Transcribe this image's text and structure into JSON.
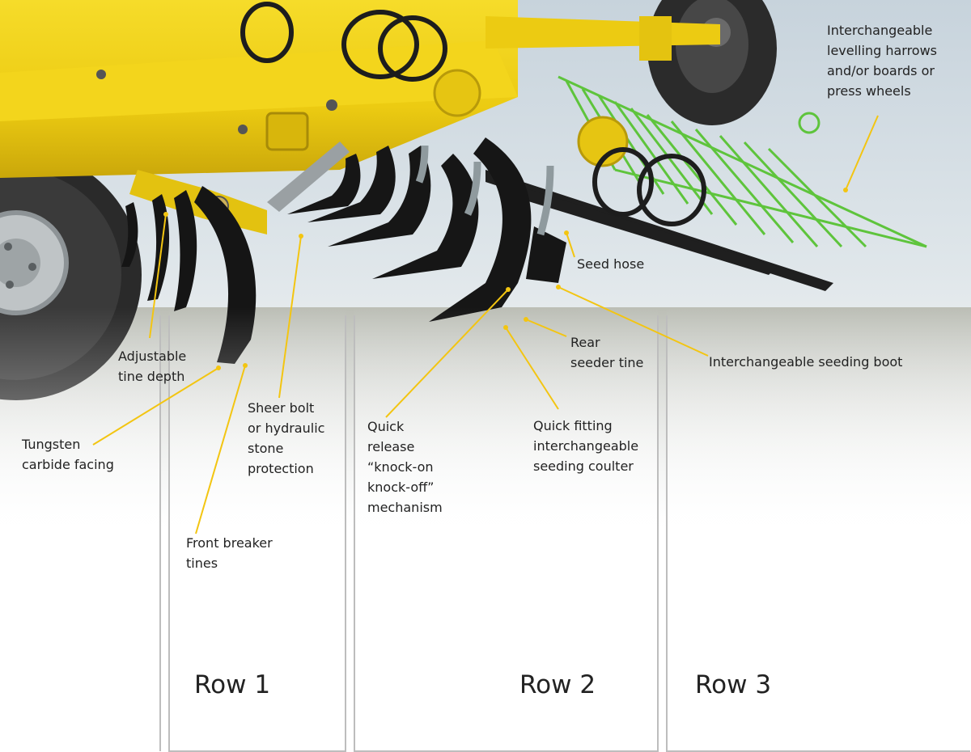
{
  "colors": {
    "machine_yellow": "#f1d21a",
    "leader_line": "#f3c511",
    "harrow_green": "#5ec43c",
    "tine_black": "#151515",
    "column_border": "#bdbdbd"
  },
  "callouts": {
    "levelling": [
      "Interchangeable",
      "levelling harrows",
      "and/or boards or",
      "press wheels"
    ],
    "seed_hose": [
      "Seed hose"
    ],
    "adjustable_depth": [
      "Adjustable",
      "tine depth"
    ],
    "rear_seeder": [
      "Rear",
      "seeder tine"
    ],
    "seeding_boot": [
      "Interchangeable seeding boot"
    ],
    "shear_bolt": [
      "Sheer bolt",
      "or hydraulic",
      "stone",
      "protection"
    ],
    "tungsten": [
      "Tungsten",
      "carbide facing"
    ],
    "quick_release": [
      "Quick",
      "release",
      "“knock-on",
      "knock-off”",
      "mechanism"
    ],
    "quick_fitting": [
      "Quick fitting",
      "interchangeable",
      "seeding coulter"
    ],
    "front_breaker": [
      "Front breaker",
      "tines"
    ]
  },
  "rows": {
    "row1": "Row 1",
    "row2": "Row 2",
    "row3": "Row 3"
  }
}
